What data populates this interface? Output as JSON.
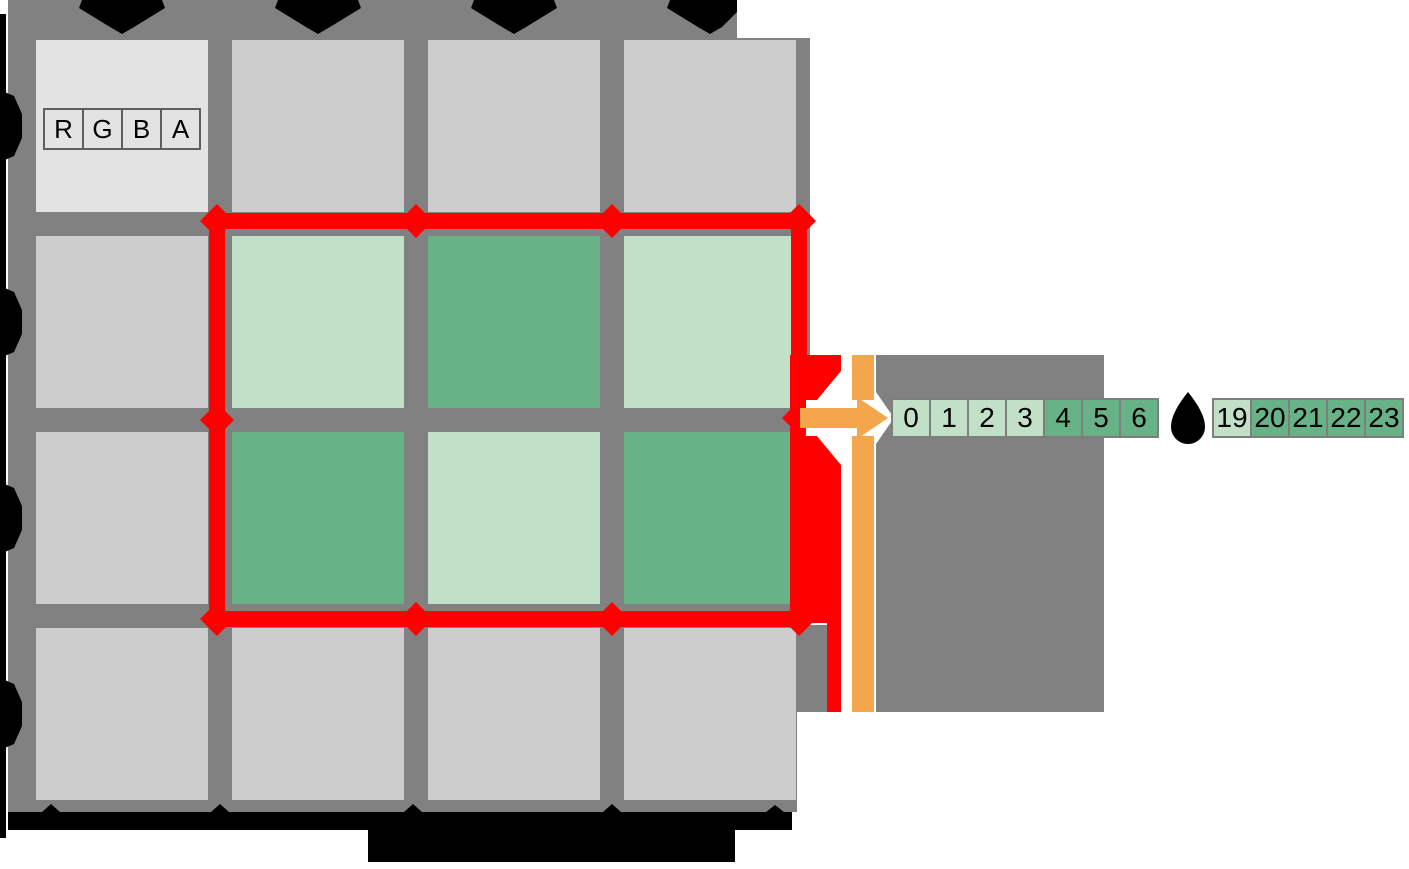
{
  "texture": {
    "grid_cols": 4,
    "grid_rows": 4,
    "channel_labels": [
      "R",
      "G",
      "B",
      "A"
    ],
    "selection": {
      "cols": 3,
      "rows": 2,
      "cell_tones": [
        [
          "light",
          "dark",
          "light"
        ],
        [
          "dark",
          "light",
          "dark"
        ]
      ]
    }
  },
  "strip": {
    "cells": [
      {
        "label": "0",
        "tone": "light"
      },
      {
        "label": "1",
        "tone": "light"
      },
      {
        "label": "2",
        "tone": "light"
      },
      {
        "label": "3",
        "tone": "light"
      },
      {
        "label": "4",
        "tone": "dark"
      },
      {
        "label": "5",
        "tone": "dark"
      },
      {
        "label": "6",
        "tone": "dark"
      },
      {
        "label": "…",
        "tone": "ellipsis"
      },
      {
        "label": "19",
        "tone": "light"
      },
      {
        "label": "20",
        "tone": "dark"
      },
      {
        "label": "21",
        "tone": "dark"
      },
      {
        "label": "22",
        "tone": "dark"
      },
      {
        "label": "23",
        "tone": "dark"
      }
    ]
  },
  "colors": {
    "grid_background": "#818181",
    "texel_gray": "#cdcdcd",
    "texel_gray_first": "#e3e3e3",
    "green_light": "#c2e0c7",
    "green_dark": "#67b286",
    "selection_red": "#fe0000",
    "arrow_orange": "#f4a64d",
    "decoration_black": "#000000"
  }
}
